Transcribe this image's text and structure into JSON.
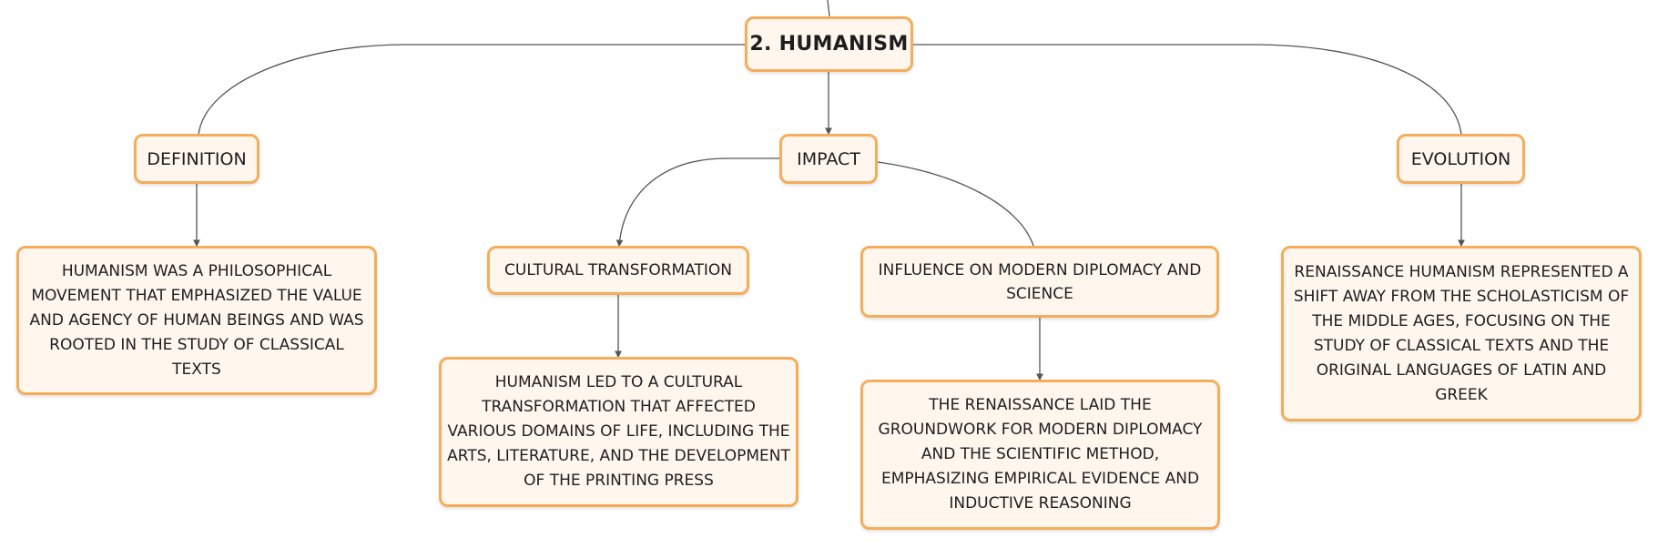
{
  "diagram": {
    "root": "2. HUMANISM",
    "branches": {
      "definition": {
        "label": "DEFINITION",
        "detail": "HUMANISM WAS A PHILOSOPHICAL MOVEMENT THAT EMPHASIZED THE VALUE AND AGENCY OF HUMAN BEINGS AND WAS ROOTED IN THE STUDY OF CLASSICAL TEXTS"
      },
      "impact": {
        "label": "IMPACT",
        "cultural": {
          "label": "CULTURAL TRANSFORMATION",
          "detail": "HUMANISM LED TO A CULTURAL TRANSFORMATION THAT AFFECTED VARIOUS DOMAINS OF LIFE, INCLUDING THE ARTS, LITERATURE, AND THE DEVELOPMENT OF THE PRINTING PRESS"
        },
        "influence": {
          "label": "INFLUENCE ON MODERN DIPLOMACY AND SCIENCE",
          "detail": "THE RENAISSANCE LAID THE GROUNDWORK FOR MODERN DIPLOMACY AND THE SCIENTIFIC METHOD, EMPHASIZING EMPIRICAL EVIDENCE AND INDUCTIVE REASONING"
        }
      },
      "evolution": {
        "label": "EVOLUTION",
        "detail": "RENAISSANCE HUMANISM REPRESENTED A SHIFT AWAY FROM THE SCHOLASTICISM OF THE MIDDLE AGES, FOCUSING ON THE STUDY OF CLASSICAL TEXTS AND THE ORIGINAL LANGUAGES OF LATIN AND GREEK"
      }
    },
    "colors": {
      "node_fill": "#fff6ee",
      "node_border": "#f5ad5a",
      "connector": "#555555"
    }
  }
}
